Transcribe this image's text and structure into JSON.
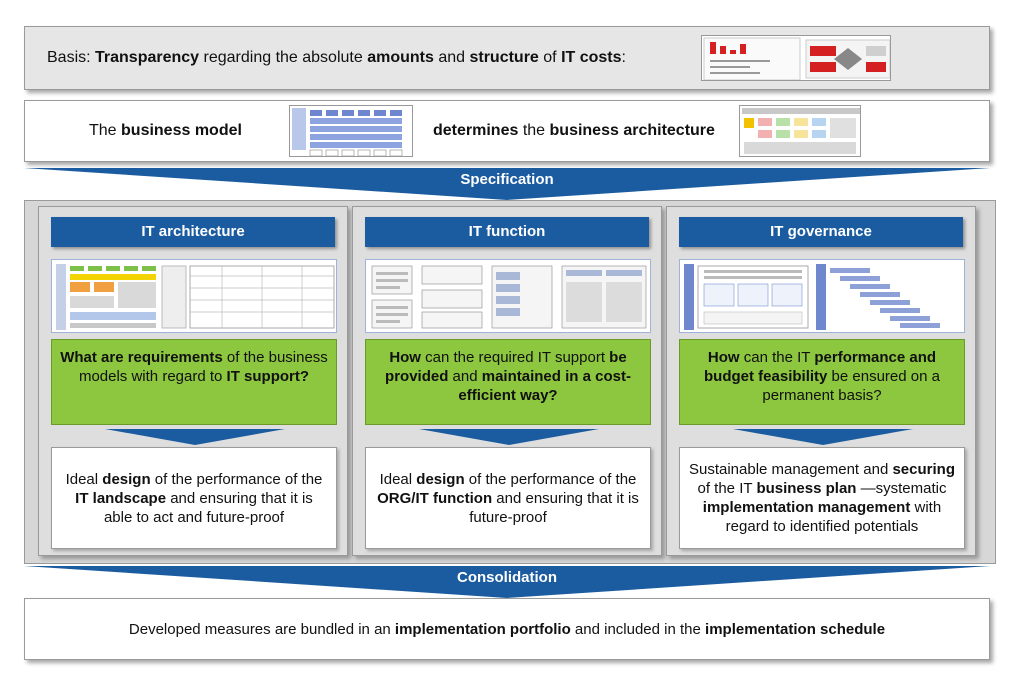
{
  "basis": {
    "t1": "Basis: ",
    "b1": "Transparency",
    "t2": " regarding the absolute ",
    "b2": "amounts",
    "t3": " and ",
    "b3": "structure",
    "t4": " of ",
    "b4": "IT costs",
    "t5": ":"
  },
  "model": {
    "t1": "The ",
    "b1": "business model",
    "b2": "determines",
    "t2": " the ",
    "b3": "business architecture"
  },
  "specification_label": "Specification",
  "consolidation_label": "Consolidation",
  "columns": [
    {
      "title": "IT architecture",
      "question": {
        "b1": "What are requirements",
        "t1": " of the business models with regard to ",
        "b2": "IT support?"
      },
      "answer": {
        "t1": "Ideal ",
        "b1": "design",
        "t2": " of the performance of the ",
        "b2": "IT landscape",
        "t3": " and ensuring that it is able to act and future-proof"
      }
    },
    {
      "title": "IT function",
      "question": {
        "b1": "How",
        "t1": " can the required IT support ",
        "b2": "be provided",
        "t2": " and ",
        "b3": "maintained in a cost-efficient way?"
      },
      "answer": {
        "t1": "Ideal ",
        "b1": "design",
        "t2": " of the performance of the ",
        "b2": "ORG/IT function",
        "t3": " and ensuring that it is future-proof"
      }
    },
    {
      "title": "IT governance",
      "question": {
        "b1": "How",
        "t1": " can the IT ",
        "b2": "performance and budget feasibility",
        "t2": " be ensured on a permanent basis?"
      },
      "answer": {
        "t1": "Sustainable management and ",
        "b1": "securing",
        "t2": " of the IT ",
        "b2": "business plan",
        "t3": " —systematic ",
        "b3": "implementation management",
        "t4": " with regard to identified potentials"
      }
    }
  ],
  "bottom": {
    "t1": "Developed measures are bundled in an ",
    "b1": "implementation portfolio",
    "t2": " and included in the ",
    "b2": "implementation schedule"
  },
  "colors": {
    "header_blue": "#1b5ca0",
    "question_green": "#8dc63f",
    "chevron_blue": "#1b5ca0"
  }
}
